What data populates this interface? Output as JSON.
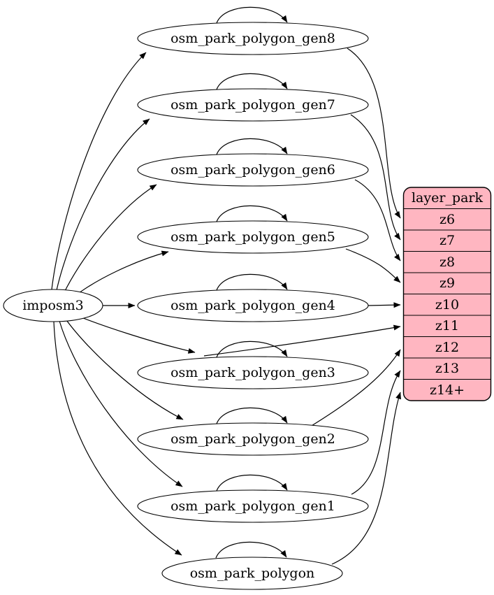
{
  "diagram": {
    "kind": "graphviz-digraph",
    "background_color": "#ffffff",
    "edge_color": "#000000",
    "node_fill": "#ffffff",
    "source": {
      "label": "imposm3"
    },
    "tables": [
      {
        "label": "osm_park_polygon_gen8",
        "self_loop": true,
        "target_row": "z6"
      },
      {
        "label": "osm_park_polygon_gen7",
        "self_loop": true,
        "target_row": "z7"
      },
      {
        "label": "osm_park_polygon_gen6",
        "self_loop": true,
        "target_row": "z8"
      },
      {
        "label": "osm_park_polygon_gen5",
        "self_loop": true,
        "target_row": "z9"
      },
      {
        "label": "osm_park_polygon_gen4",
        "self_loop": true,
        "target_row": "z10"
      },
      {
        "label": "osm_park_polygon_gen3",
        "self_loop": true,
        "target_row": "z11"
      },
      {
        "label": "osm_park_polygon_gen2",
        "self_loop": true,
        "target_row": "z12"
      },
      {
        "label": "osm_park_polygon_gen1",
        "self_loop": true,
        "target_row": "z13"
      },
      {
        "label": "osm_park_polygon",
        "self_loop": true,
        "target_row": "z14+"
      }
    ],
    "layer": {
      "title": "layer_park",
      "fill": "#FFB6C1",
      "rows": [
        "z6",
        "z7",
        "z8",
        "z9",
        "z10",
        "z11",
        "z12",
        "z13",
        "z14+"
      ]
    },
    "edges": {
      "from_source_to": [
        "osm_park_polygon_gen8",
        "osm_park_polygon_gen7",
        "osm_park_polygon_gen6",
        "osm_park_polygon_gen5",
        "osm_park_polygon_gen4",
        "osm_park_polygon_gen3",
        "osm_park_polygon_gen2",
        "osm_park_polygon_gen1",
        "osm_park_polygon"
      ]
    }
  }
}
